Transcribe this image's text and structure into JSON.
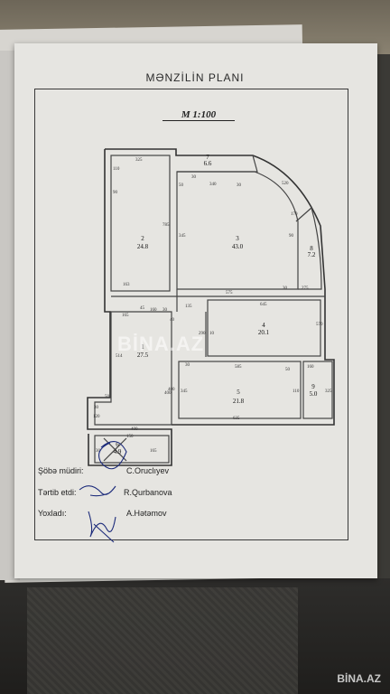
{
  "document": {
    "title": "MƏNZİLİN PLANI",
    "scale": "M 1:100"
  },
  "rooms": [
    {
      "number": "1",
      "area": "27.5"
    },
    {
      "number": "2",
      "area": "24.8"
    },
    {
      "number": "3",
      "area": "43.0"
    },
    {
      "number": "4",
      "area": "20.1"
    },
    {
      "number": "5",
      "area": "21.8"
    },
    {
      "number": "6",
      "area": "4.9"
    },
    {
      "number": "7",
      "area": "6.6"
    },
    {
      "number": "8",
      "area": "7.2"
    },
    {
      "number": "9",
      "area": "5.0"
    }
  ],
  "dimensions": [
    "325",
    "110",
    "90",
    "785",
    "163",
    "50",
    "345",
    "30",
    "340",
    "30",
    "520",
    "170",
    "90",
    "575",
    "645",
    "30",
    "45",
    "160",
    "30",
    "135",
    "40",
    "165",
    "514",
    "290",
    "570",
    "10",
    "400",
    "30",
    "585",
    "50",
    "160",
    "345",
    "400",
    "635",
    "110",
    "325",
    "120",
    "30",
    "50",
    "400",
    "165",
    "150",
    "30",
    "275"
  ],
  "signatures": {
    "dept_head_label": "Şöbə müdiri:",
    "dept_head_name": "C.Oruclıyev",
    "prepared_label": "Tərtib etdi:",
    "prepared_name": "R.Qurbanova",
    "checked_label": "Yoxladı:",
    "checked_name": "A.Hətəmov"
  },
  "watermark": "BİNA.AZ",
  "corner_watermark": "BİNA.AZ"
}
